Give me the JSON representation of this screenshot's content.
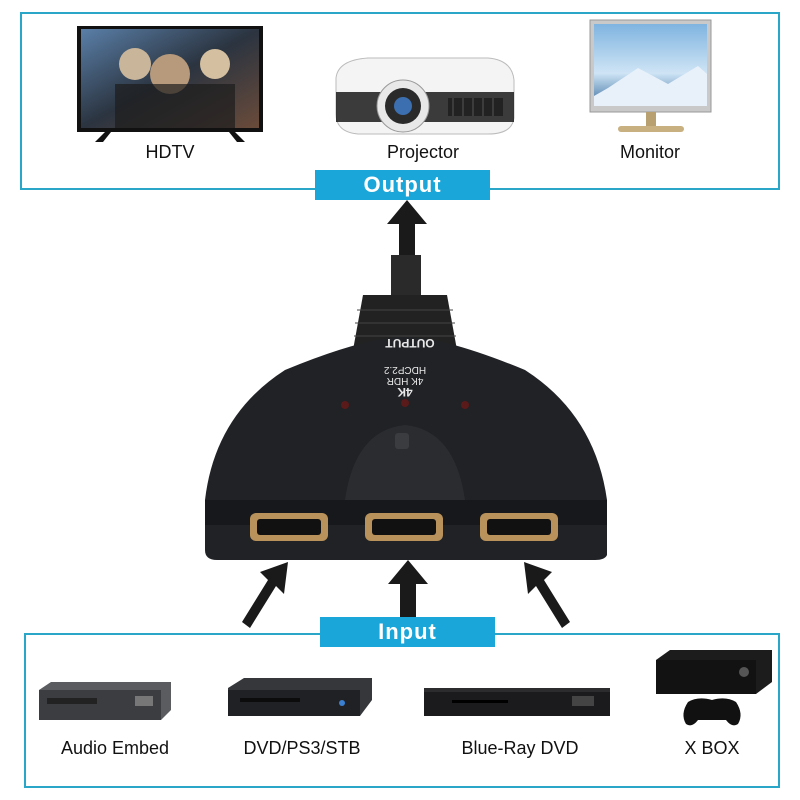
{
  "output": {
    "tag": "Output",
    "devices": [
      {
        "label": "HDTV",
        "icon": "tv-icon"
      },
      {
        "label": "Projector",
        "icon": "projector-icon"
      },
      {
        "label": "Monitor",
        "icon": "monitor-icon"
      }
    ]
  },
  "input": {
    "tag": "Input",
    "devices": [
      {
        "label": "Audio Embed",
        "icon": "audio-receiver-icon"
      },
      {
        "label": "DVD/PS3/STB",
        "icon": "dvd-player-icon"
      },
      {
        "label": "Blue-Ray DVD",
        "icon": "bluray-player-icon"
      },
      {
        "label": "X BOX",
        "icon": "xbox-icon"
      }
    ]
  },
  "switch": {
    "port_label": "OUTPUT",
    "spec_line1": "4K",
    "spec_line2": "4K HDR",
    "spec_line3": "HDCP2.2"
  },
  "colors": {
    "accent": "#1ba6d9",
    "border": "#2aa6c9",
    "device": "#1b1d20"
  }
}
